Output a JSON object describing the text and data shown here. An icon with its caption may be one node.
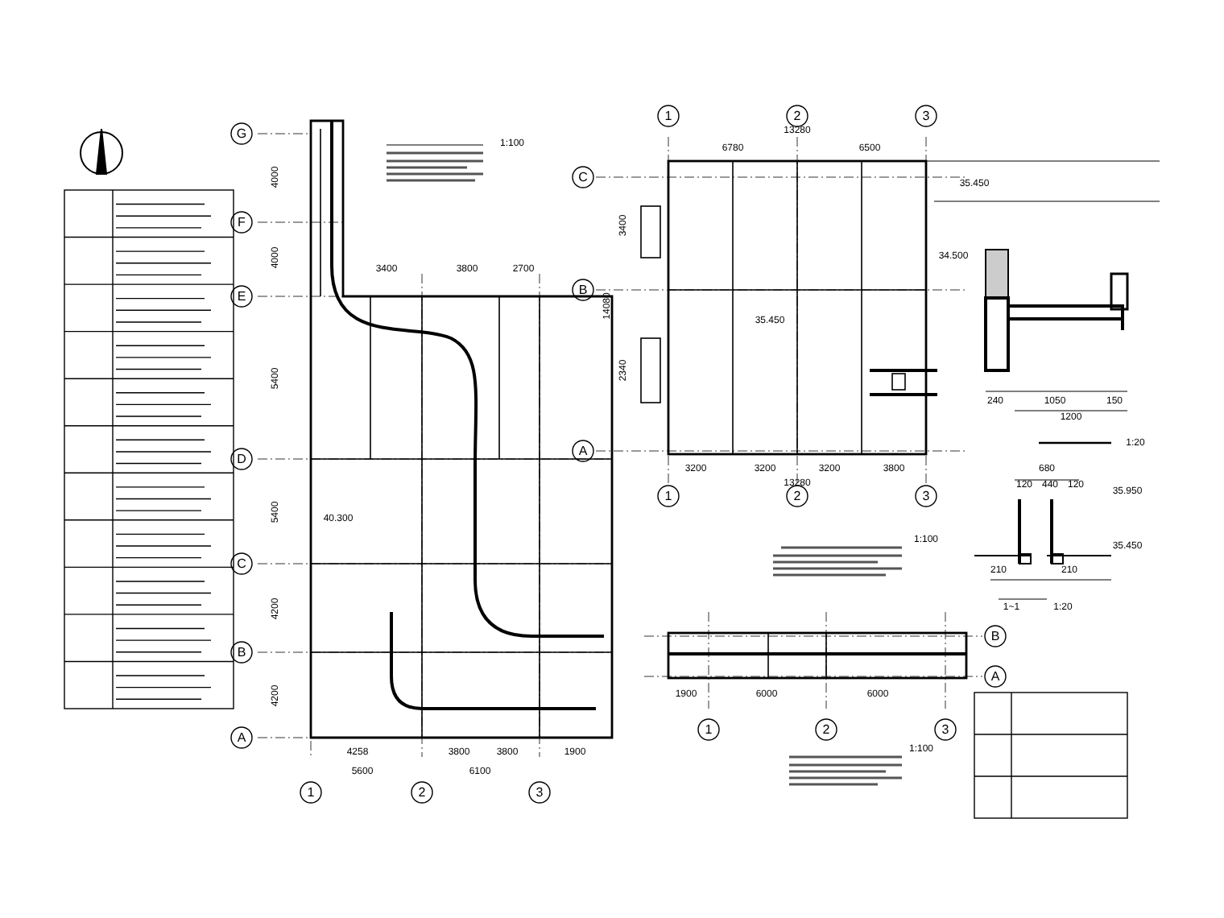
{
  "diagram": {
    "labels": [
      "G",
      "F",
      "E",
      "D",
      "C",
      "B",
      "A",
      "1",
      "2",
      "3",
      "4000",
      "4000",
      "5400",
      "5400",
      "4200",
      "4200",
      "4258",
      "3800",
      "3800",
      "1900",
      "5600",
      "6100",
      "3400",
      "3800",
      "2700",
      "1:100",
      "40.300",
      "1",
      "2",
      "3",
      "1",
      "2",
      "3",
      "C",
      "B",
      "A",
      "13280",
      "6780",
      "6500",
      "3200",
      "3200",
      "3200",
      "3800",
      "13280",
      "3400",
      "2340",
      "14080",
      "35.450",
      "34.500",
      "35.450",
      "1:100",
      "240",
      "1050",
      "150",
      "1200",
      "1:20",
      "680",
      "120",
      "440",
      "120",
      "35.950",
      "35.450",
      "210",
      "210",
      "1~1",
      "1:20",
      "1900",
      "6000",
      "6000",
      "1",
      "2",
      "3",
      "B",
      "A",
      "1:100"
    ]
  }
}
